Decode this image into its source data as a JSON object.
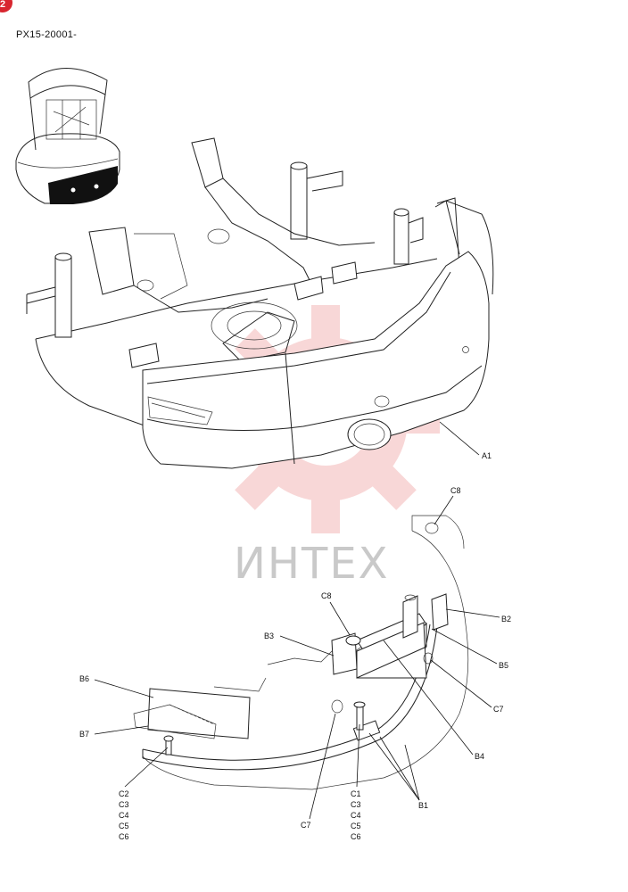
{
  "page_badge": "2",
  "serial_range": "PX15-20001-",
  "watermark": {
    "text": "ИНТЕХ",
    "gear_color": "#f4b8b8",
    "text_color": "#c9c9c9"
  },
  "icons": {
    "inset": "excavator-overview-icon",
    "watermark_logo": "gear-logo-icon"
  },
  "callouts": {
    "A1": "A1",
    "B1": "B1",
    "B2": "B2",
    "B3": "B3",
    "B4": "B4",
    "B5": "B5",
    "B6": "B6",
    "B7": "B7",
    "C7_right": "C7",
    "C7_bottom": "C7",
    "C8_top": "C8",
    "C8_mid": "C8"
  },
  "callout_stacks": {
    "left": [
      "C2",
      "C3",
      "C4",
      "C5",
      "C6"
    ],
    "right": [
      "C1",
      "C3",
      "C4",
      "C5",
      "C6"
    ]
  }
}
